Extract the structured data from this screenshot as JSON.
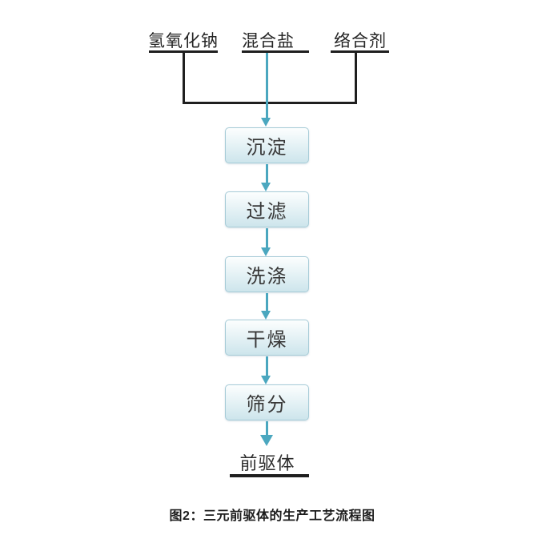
{
  "figure": {
    "caption": "图2：三元前驱体的生产工艺流程图"
  },
  "flow": {
    "inputs": [
      {
        "label": "氢氧化钠"
      },
      {
        "label": "混合盐"
      },
      {
        "label": "络合剂"
      }
    ],
    "steps": [
      {
        "label": "沉淀"
      },
      {
        "label": "过滤"
      },
      {
        "label": "洗涤"
      },
      {
        "label": "干燥"
      },
      {
        "label": "筛分"
      }
    ],
    "output": {
      "label": "前驱体"
    }
  },
  "colors": {
    "arrow": "#4BA7BF",
    "line": "#1F1F1F",
    "box_border": "#A6CBD7",
    "box_gradient_top": "#FCFEFE",
    "box_gradient_bottom": "#CDE5EC",
    "text": "#383838"
  }
}
